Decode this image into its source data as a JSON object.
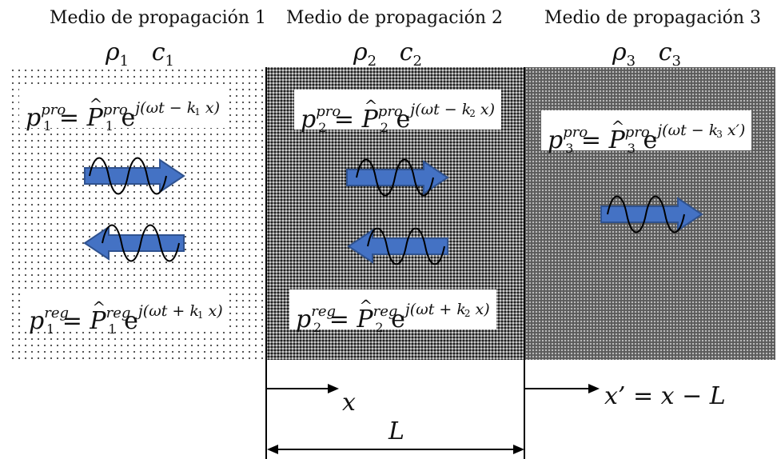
{
  "media": [
    {
      "title": "Medio de propagación 1",
      "rho": "ρ",
      "c": "c",
      "idx": "1",
      "eq_pro": {
        "sym": "p",
        "idx": "1",
        "sup": "pro",
        "amp": "P",
        "phase": "j(ωt − k",
        "k_idx": "1",
        "tail": " x)"
      },
      "eq_reg": {
        "sym": "p",
        "idx": "1",
        "sup": "reg",
        "amp": "P",
        "phase": "j(ωt + k",
        "k_idx": "1",
        "tail": " x)"
      }
    },
    {
      "title": "Medio de propagación 2",
      "rho": "ρ",
      "c": "c",
      "idx": "2",
      "eq_pro": {
        "sym": "p",
        "idx": "2",
        "sup": "pro",
        "amp": "P",
        "phase": "j(ωt − k",
        "k_idx": "2",
        "tail": " x)"
      },
      "eq_reg": {
        "sym": "p",
        "idx": "2",
        "sup": "reg",
        "amp": "P",
        "phase": "j(ωt + k",
        "k_idx": "2",
        "tail": " x)"
      }
    },
    {
      "title": "Medio de propagación 3",
      "rho": "ρ",
      "c": "c",
      "idx": "3",
      "eq_pro": {
        "sym": "p",
        "idx": "3",
        "sup": "pro",
        "amp": "P",
        "phase": "j(ωt − k",
        "k_idx": "3",
        "tail": " x′)"
      }
    }
  ],
  "equals": "=",
  "exp_base": "e",
  "axis": {
    "x": "x",
    "x_prime": "x’ = x − L",
    "length": "L"
  },
  "colors": {
    "arrow_fill": "#4472c4",
    "arrow_stroke": "#2f528f",
    "wave": "#000000"
  },
  "icons": [
    "right-wave-arrow-icon",
    "left-wave-arrow-icon"
  ]
}
